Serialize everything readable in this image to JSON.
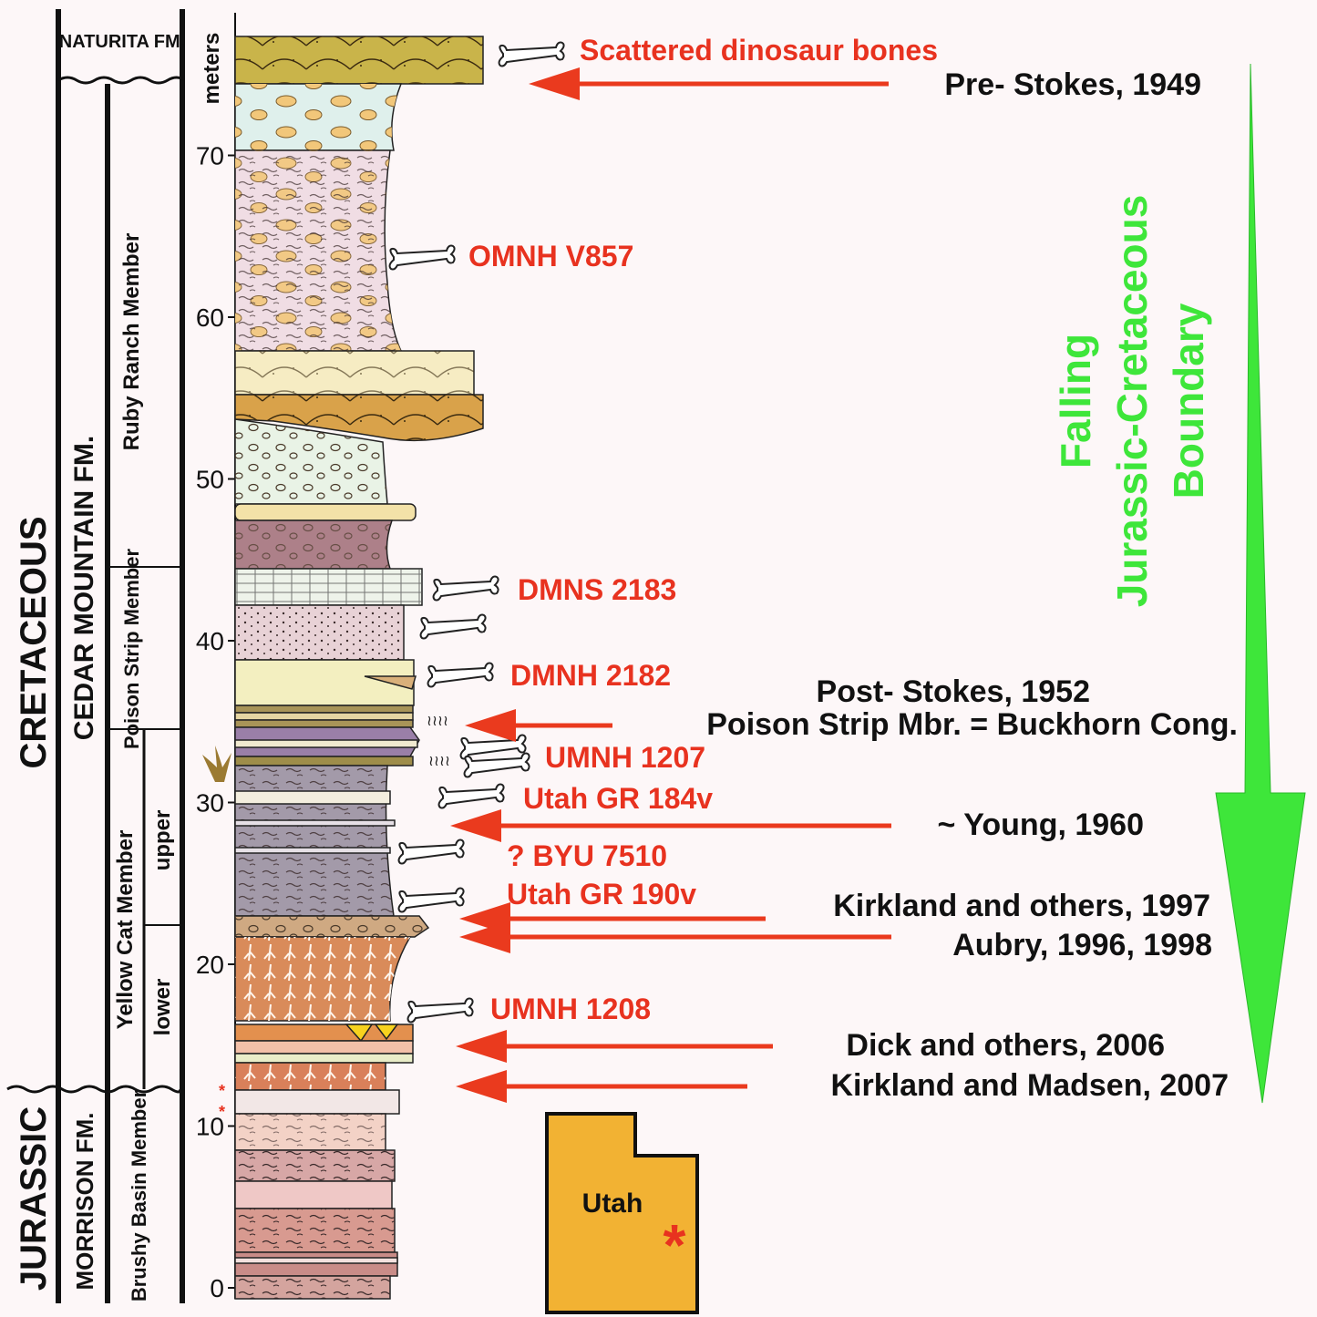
{
  "chart_data": {
    "type": "stratigraphic-column",
    "axis_unit": "meters",
    "ticks": [
      "0",
      "10",
      "20",
      "30",
      "40",
      "50",
      "60",
      "70"
    ],
    "units": {
      "period_upper": "CRETACEOUS",
      "period_lower": "JURASSIC",
      "formation_top": "NATURITA FM.",
      "formation_cedar": "CEDAR MOUNTAIN FM.",
      "formation_morrison": "MORRISON FM.",
      "member_ruby": "Ruby Ranch Member",
      "member_poison": "Poison Strip Member",
      "member_yellowcat": "Yellow Cat Member",
      "sub_upper": "upper",
      "sub_lower": "lower",
      "member_brushy": "Brushy Basin Member"
    },
    "localities": [
      {
        "label": "Scattered dinosaur bones",
        "meters": 78
      },
      {
        "label": "OMNH V857",
        "meters": 64
      },
      {
        "label": "DMNS 2183",
        "meters": 43
      },
      {
        "label": "DMNH 2182",
        "meters": 38
      },
      {
        "label": "UMNH 1207",
        "meters": 32
      },
      {
        "label": "Utah GR 184v",
        "meters": 30
      },
      {
        "label": "? BYU 7510",
        "meters": 27
      },
      {
        "label": "Utah GR 190v",
        "meters": 24
      },
      {
        "label": "UMNH 1208",
        "meters": 17
      }
    ],
    "boundary_interpretations": [
      {
        "label": "Pre- Stokes, 1949",
        "meters": 75
      },
      {
        "label": "Post- Stokes, 1952",
        "meters": 35
      },
      {
        "label": "Poison Strip Mbr. = Buckhorn Cong.",
        "meters": 35
      },
      {
        "label": "~ Young, 1960",
        "meters": 29
      },
      {
        "label": "Kirkland and others, 1997",
        "meters": 23
      },
      {
        "label": "Aubry, 1996, 1998",
        "meters": 22
      },
      {
        "label": "Dick and others, 2006",
        "meters": 15
      },
      {
        "label": "Kirkland and Madsen, 2007",
        "meters": 12
      }
    ],
    "trend_label": [
      "Falling",
      "Jurassic-Cretaceous",
      "Boundary"
    ],
    "map_label": "Utah",
    "colors": {
      "locality_text": "#e8321f",
      "arrow": "#ea3a1e",
      "trend": "#3ee63a",
      "utah_fill": "#f2b233",
      "marker": "#e8321f"
    }
  }
}
